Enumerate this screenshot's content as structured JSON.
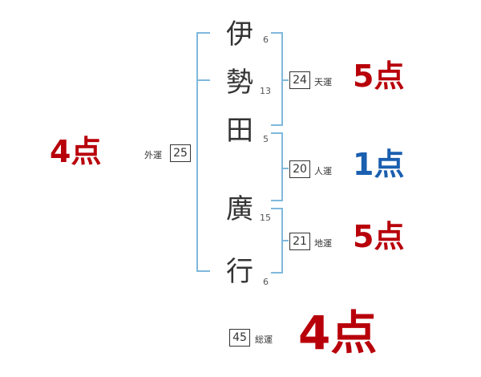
{
  "name_chars": [
    {
      "char": "伊",
      "strokes": "6"
    },
    {
      "char": "勢",
      "strokes": "13"
    },
    {
      "char": "田",
      "strokes": "5"
    },
    {
      "char": "廣",
      "strokes": "15"
    },
    {
      "char": "行",
      "strokes": "6"
    }
  ],
  "fortunes": {
    "tenkaku": {
      "value": "24",
      "label": "天運",
      "score": "5点",
      "color": "#b8000a"
    },
    "jinkaku": {
      "value": "20",
      "label": "人運",
      "score": "1点",
      "color": "#1a5fb0"
    },
    "chikaku": {
      "value": "21",
      "label": "地運",
      "score": "5点",
      "color": "#b8000a"
    },
    "gaikaku": {
      "value": "25",
      "label": "外運",
      "score": "4点",
      "color": "#b8000a"
    },
    "soukaku": {
      "value": "45",
      "label": "総運",
      "score": "4点",
      "color": "#b8000a"
    }
  },
  "colors": {
    "bracket": "#7fb8dc"
  }
}
